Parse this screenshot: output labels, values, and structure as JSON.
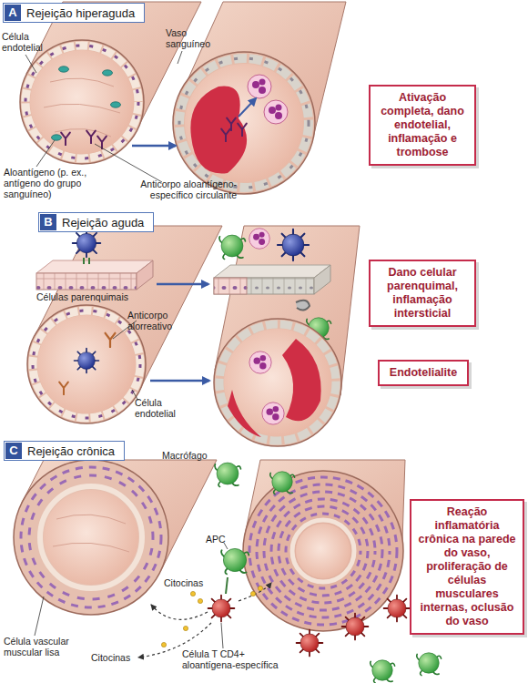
{
  "diagram": {
    "nodes": [
      {
        "text": [
          "A",
          "Rejeição hiperaguda"
        ]
      },
      {
        "text": [
          "Ativação completa, dano endotelial, inflamação e trombose"
        ]
      },
      {
        "text": [
          "B",
          "Rejeição aguda"
        ]
      },
      {
        "text": [
          "Dano celular parenquimal, inflamação intersticial"
        ]
      },
      {
        "text": [
          "Endotelialite"
        ]
      },
      {
        "text": [
          "C",
          "Rejeição crônica"
        ]
      },
      {
        "text": [
          "Reação inflamatória crônica na parede do vaso, proliferação de células musculares internas, oclusão do vaso"
        ]
      }
    ],
    "labels": [
      "Célula endotelial",
      "Vaso sanguíneo",
      "Aloantígeno (p. ex., antígeno do grupo sanguíneo)",
      "Anticorpo aloantígeno-específico circulante",
      "Células parenquimais",
      "Anticorpo alorreativo",
      "Célula endotelial",
      "Macrófago",
      "APC",
      "Célula vascular muscular lisa",
      "Citocinas",
      "Citocinas",
      "Célula T CD4+ aloantígena-específica"
    ]
  }
}
